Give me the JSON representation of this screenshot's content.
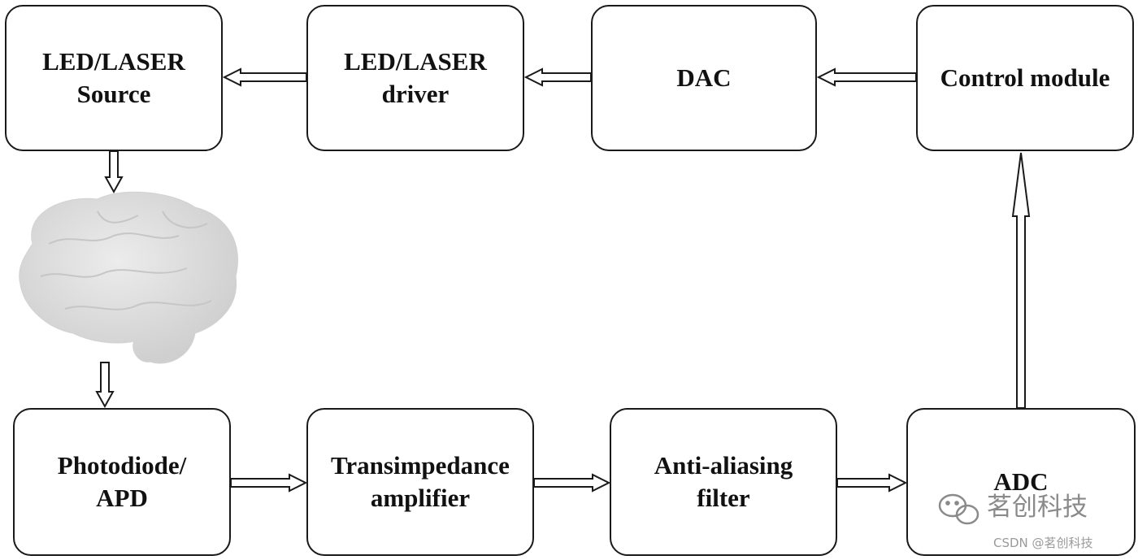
{
  "diagram": {
    "blocks": {
      "led_source": "LED/LASER\nSource",
      "led_driver": "LED/LASER\ndriver",
      "dac": "DAC",
      "control_module": "Control module",
      "photodiode": "Photodiode/\nAPD",
      "transimpedance": "Transimpedance\namplifier",
      "anti_aliasing": "Anti-aliasing\nfilter",
      "adc": "ADC"
    },
    "subject_image": "brain-illustration"
  },
  "watermark": {
    "brand": "茗创科技",
    "source": "CSDN @茗创科技",
    "icon": "wechat-icon"
  },
  "colors": {
    "stroke": "#1a1a1a",
    "watermark": "#8a8a8a",
    "brain": "#dcdcdc"
  }
}
